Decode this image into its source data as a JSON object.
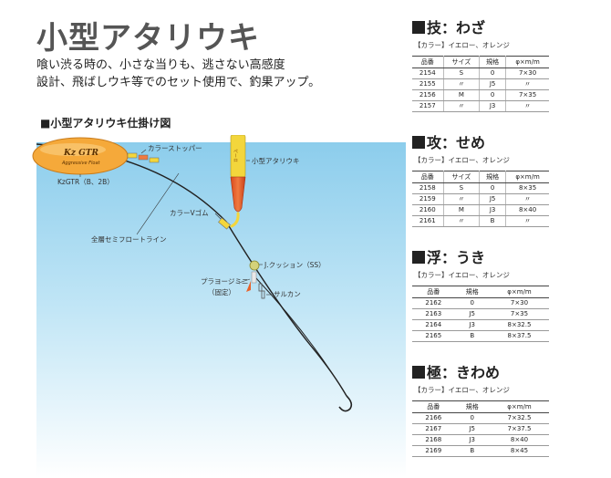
{
  "title": "小型アタリウキ",
  "description": [
    "喰い渋る時の、小さな当りも、逃さない高感度",
    "設計、飛ばしウキ等でのセット使用で、釣果アップ。"
  ],
  "diagram": {
    "heading": "■小型アタリウキ仕掛け図",
    "float_logo": "Kz GTR",
    "float_logo_sub": "Aggressive Float",
    "float_tip": "ペーロ",
    "labels": {
      "color_stopper": "カラーストッパー",
      "kz_gtr": "KzGTR（B、2B）",
      "small_float": "小型アタリウキ",
      "color_v_rubber": "カラーVゴム",
      "semi_float_line": "全層セミフロートライン",
      "j_cushion": "J.クッション（SS）",
      "plaroji": "プラヨージミニ",
      "fixed": "（固定）",
      "swivel": "サルカン"
    }
  },
  "products": [
    {
      "key": "waza",
      "title": "技：わざ",
      "color_note": "【カラー】イエロー、オレンジ",
      "headers": [
        "品番",
        "サイズ",
        "規格",
        "φ×m/m"
      ],
      "rows": [
        [
          "2154",
          "S",
          "0",
          "7×30"
        ],
        [
          "2155",
          "〃",
          "J5",
          "〃"
        ],
        [
          "2156",
          "M",
          "0",
          "7×35"
        ],
        [
          "2157",
          "〃",
          "J3",
          "〃"
        ]
      ]
    },
    {
      "key": "seme",
      "title": "攻：せめ",
      "color_note": "【カラー】イエロー、オレンジ",
      "headers": [
        "品番",
        "サイズ",
        "規格",
        "φ×m/m"
      ],
      "rows": [
        [
          "2158",
          "S",
          "0",
          "8×35"
        ],
        [
          "2159",
          "〃",
          "J5",
          "〃"
        ],
        [
          "2160",
          "M",
          "J3",
          "8×40"
        ],
        [
          "2161",
          "〃",
          "B",
          "〃"
        ]
      ]
    },
    {
      "key": "uki",
      "title": "浮：うき",
      "color_note": "【カラー】イエロー、オレンジ",
      "headers": [
        "品番",
        "規格",
        "φ×m/m"
      ],
      "rows": [
        [
          "2162",
          "0",
          "7×30"
        ],
        [
          "2163",
          "J5",
          "7×35"
        ],
        [
          "2164",
          "J3",
          "8×32.5"
        ],
        [
          "2165",
          "B",
          "8×37.5"
        ]
      ]
    },
    {
      "key": "kiwame",
      "title": "極：きわめ",
      "color_note": "【カラー】イエロー、オレンジ",
      "headers": [
        "品番",
        "規格",
        "φ×m/m"
      ],
      "rows": [
        [
          "2166",
          "0",
          "7×32.5"
        ],
        [
          "2167",
          "J5",
          "7×37.5"
        ],
        [
          "2168",
          "J3",
          "8×40"
        ],
        [
          "2169",
          "B",
          "8×45"
        ]
      ]
    }
  ],
  "colors": {
    "water": "#a6d8f0",
    "float_body": "#f5a93a",
    "float_orange": "#e8622a",
    "float_yellow": "#f3d63c"
  }
}
